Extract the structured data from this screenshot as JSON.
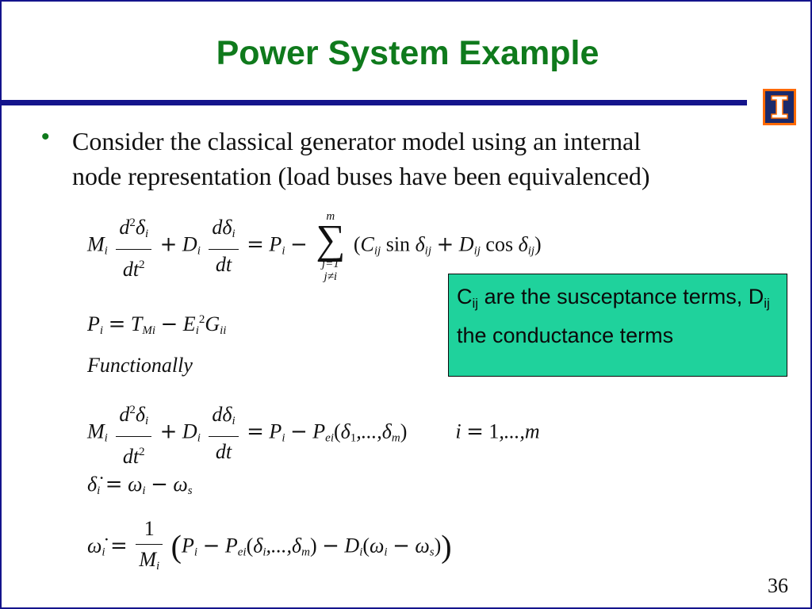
{
  "title": "Power System Example",
  "page_number": "36",
  "bullet": {
    "line1": "Consider the classical generator model using an internal",
    "line2": "node representation (load buses have been equivalenced)"
  },
  "callout": {
    "c_letter": "C",
    "c_sub": "ij",
    "c_rest": " are the susceptance terms, D",
    "d_sub": "ij",
    "d_rest": " the conductance terms"
  },
  "functionally_label": "Functionally",
  "equations": {
    "eq_swing_full": "M_i d²δ_i/dt² + D_i dδ_i/dt = P_i − Σ_{j=1, j≠i}^{m} (C_ij sin δ_ij + D_ij cos δ_ij)",
    "eq_pi": "P_i = T_Mi − E_i² G_ii",
    "eq_swing_func": "M_i d²δ_i/dt² + D_i dδ_i/dt = P_i − P_ei(δ_1,...,δ_m)   i = 1,...,m",
    "eq_delta_dot": "δ̇_i = ω_i − ω_s",
    "eq_omega_dot": "ω̇_i = 1/M_i (P_i − P_ei(δ_i,...,δ_m) − D_i(ω_i − ω_s))"
  },
  "colors": {
    "title": "#0f7a1c",
    "rule": "#14148c",
    "callout_bg": "#1fd29c",
    "logo_border": "#ff6a00",
    "logo_fill": "#1b2a6b"
  }
}
